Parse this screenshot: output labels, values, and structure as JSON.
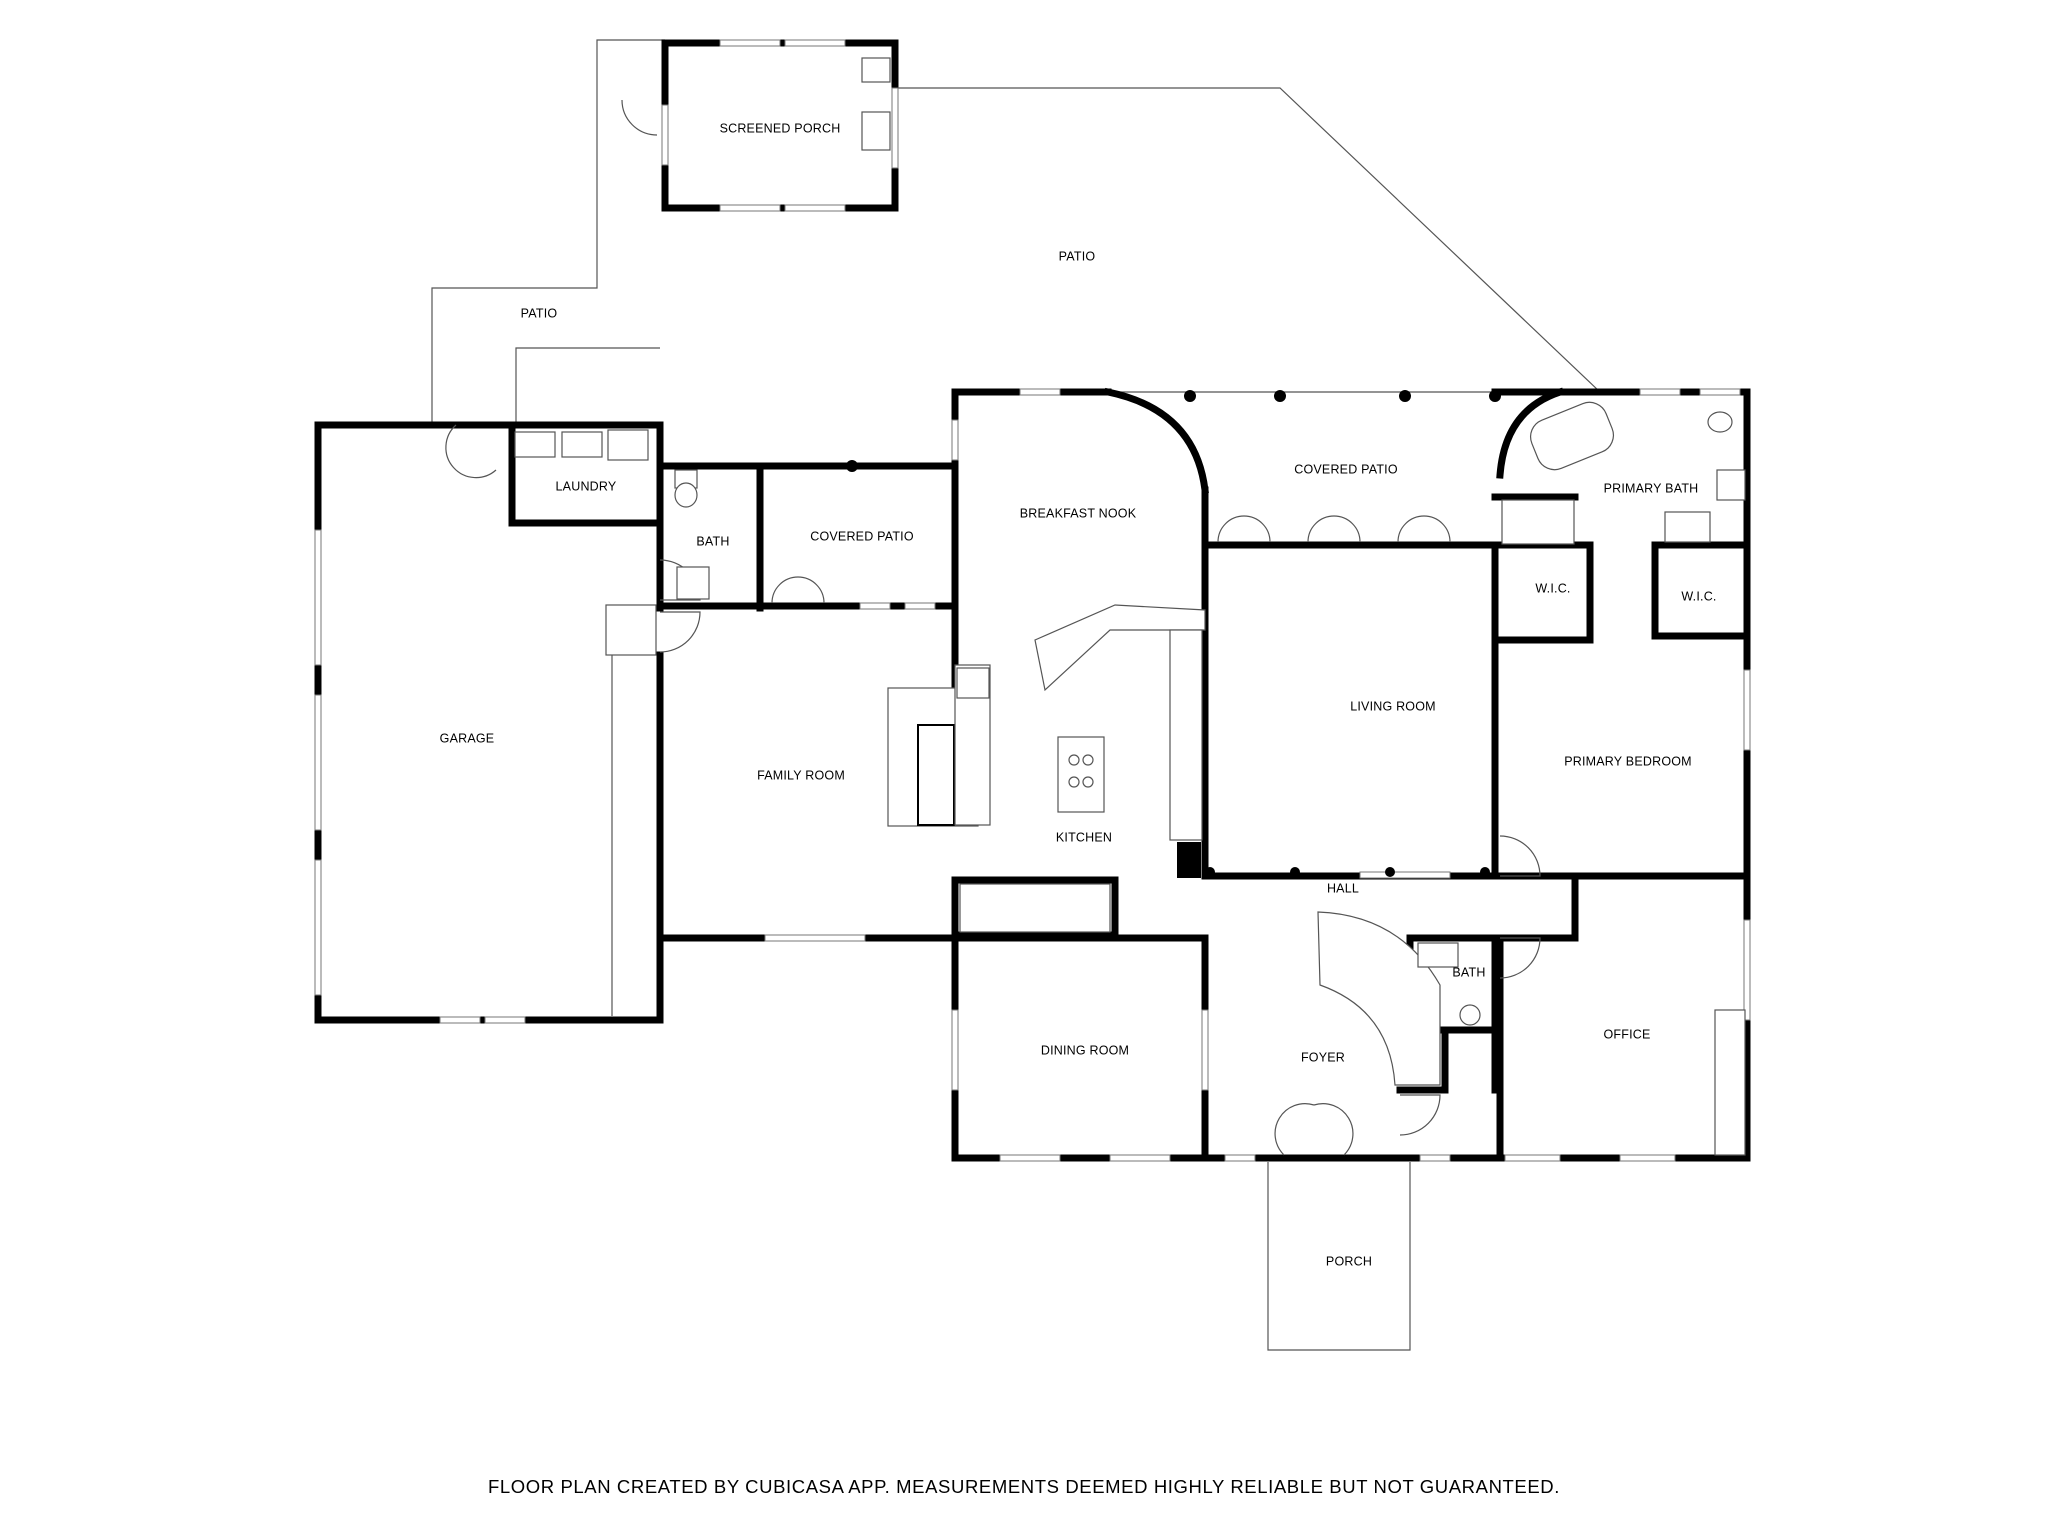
{
  "rooms": {
    "screened_porch": "SCREENED PORCH",
    "patio_main": "PATIO",
    "patio_left": "PATIO",
    "laundry": "LAUNDRY",
    "bath_left": "BATH",
    "covered_patio_left": "COVERED PATIO",
    "breakfast_nook": "BREAKFAST NOOK",
    "covered_patio_right": "COVERED PATIO",
    "primary_bath": "PRIMARY BATH",
    "wic_left": "W.I.C.",
    "wic_right": "W.I.C.",
    "garage": "GARAGE",
    "family_room": "FAMILY ROOM",
    "kitchen": "KITCHEN",
    "living_room": "LIVING ROOM",
    "primary_bedroom": "PRIMARY BEDROOM",
    "hall": "HALL",
    "bath_center": "BATH",
    "dining_room": "DINING ROOM",
    "foyer": "FOYER",
    "office": "OFFICE",
    "porch": "PORCH"
  },
  "footer": {
    "text": "FLOOR PLAN CREATED BY CUBICASA APP. MEASUREMENTS DEEMED HIGHLY RELIABLE BUT NOT GUARANTEED."
  }
}
